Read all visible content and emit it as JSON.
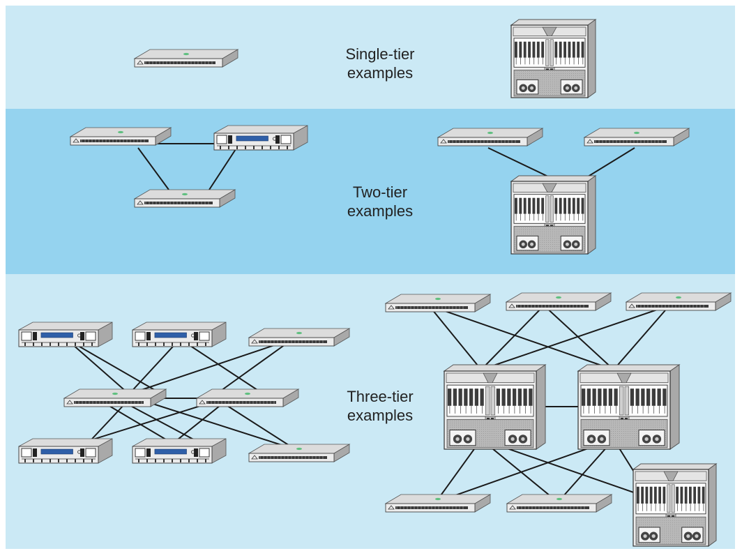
{
  "colors": {
    "band_single": "#cbe9f5",
    "band_two": "#95d3ef",
    "band_three": "#cbe9f5",
    "link": "#1a1a1a",
    "device_top": "#dcdcdc",
    "device_front": "#ececec",
    "device_side": "#a9a9a9",
    "display": "#2f5fa8",
    "indicator": "#5fbf7f"
  },
  "tiers": [
    {
      "name_line1": "Single-tier",
      "name_line2": "examples"
    },
    {
      "name_line1": "Two-tier",
      "name_line2": "examples"
    },
    {
      "name_line1": "Three-tier",
      "name_line2": "examples"
    }
  ],
  "device_kinds": {
    "edge_switch": "flat-edge-switch-icon",
    "managed_switch": "managed-switch-icon",
    "director": "director-chassis-icon"
  }
}
